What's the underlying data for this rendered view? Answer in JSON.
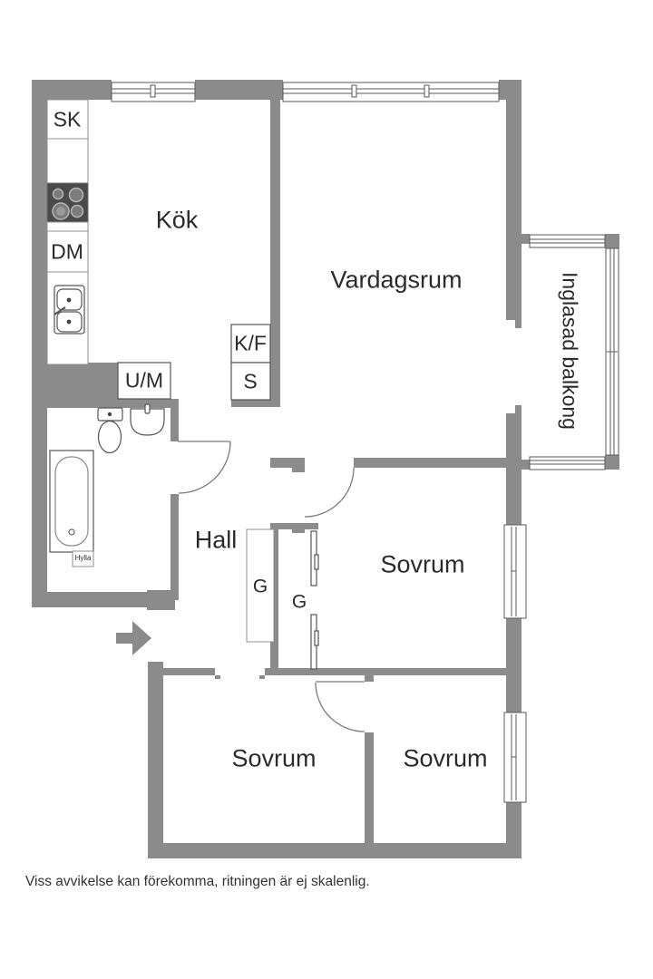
{
  "rooms": {
    "kitchen": {
      "label": "Kök"
    },
    "living_room": {
      "label": "Vardagsrum"
    },
    "hall": {
      "label": "Hall"
    },
    "bedroom_middle": {
      "label": "Sovrum"
    },
    "bedroom_bottom_left": {
      "label": "Sovrum"
    },
    "bedroom_bottom_right": {
      "label": "Sovrum"
    },
    "balcony": {
      "label": "Inglasad balkong"
    }
  },
  "fixtures": {
    "tall_cabinet": {
      "label": "SK"
    },
    "dishwasher": {
      "label": "DM"
    },
    "washer": {
      "label": "U/M"
    },
    "fridge_freezer": {
      "label": "K/F"
    },
    "pantry": {
      "label": "S"
    },
    "wardrobe_hall": {
      "label": "G"
    },
    "wardrobe_bedroom": {
      "label": "G"
    },
    "shelf": {
      "label": "Hylla"
    }
  },
  "icons": {
    "entrance_arrow": "right-arrow"
  },
  "footer": {
    "disclaimer": "Viss avvikelse kan förekomma, ritningen är ej skalenlig."
  },
  "colors": {
    "wall": "#8b8b8b",
    "window_line": "#5a5a5a",
    "fixture_line": "#8f8f8f",
    "door_line": "#7a7a7a",
    "stove": "#4a4a4a",
    "text": "#2b2b2b",
    "background": "#ffffff"
  }
}
